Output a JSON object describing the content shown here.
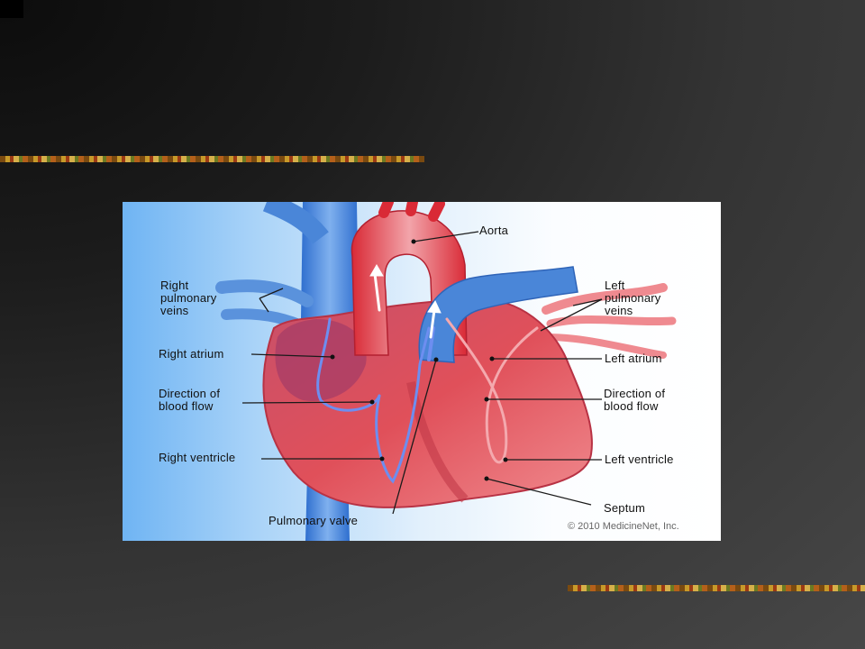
{
  "diagram": {
    "labels": {
      "aorta": "Aorta",
      "right_pulmonary_veins": [
        "Right",
        "pulmonary",
        "veins"
      ],
      "left_pulmonary_veins": [
        "Left",
        "pulmonary",
        "veins"
      ],
      "right_atrium": "Right atrium",
      "left_atrium": "Left atrium",
      "direction_left": [
        "Direction of",
        "blood flow"
      ],
      "direction_right": [
        "Direction of",
        "blood flow"
      ],
      "right_ventricle": "Right ventricle",
      "left_ventricle": "Left ventricle",
      "septum": "Septum",
      "pulmonary_valve": "Pulmonary valve"
    },
    "credit": "© 2010 MedicineNet, Inc."
  },
  "colors": {
    "slide_background": "#3a3a3a",
    "oxygenated": "#e0303a",
    "deoxygenated": "#3c7fd8"
  }
}
